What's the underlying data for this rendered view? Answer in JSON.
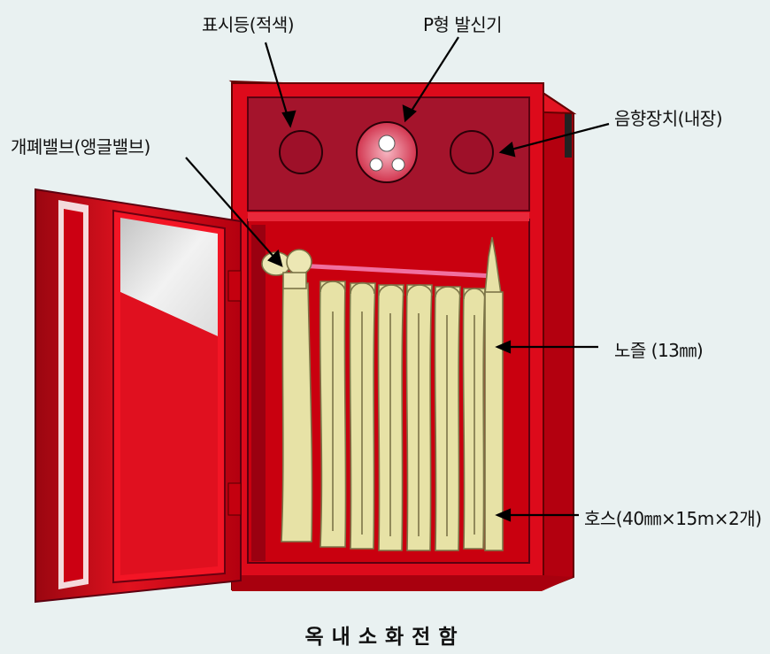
{
  "labels": {
    "indicator_lamp": "표시등(적색)",
    "p_transmitter": "P형 발신기",
    "sounder": "음향장치(내장)",
    "angle_valve": "개폐밸브(앵글밸브)",
    "nozzle": "노즐 (13㎜)",
    "hose": "호스(40㎜×15m×2개)"
  },
  "caption": "옥내소화전함",
  "colors": {
    "cabinet_red": "#d9001b",
    "dark_red": "#8e0a14",
    "hose_cream": "#e7e2a6",
    "background": "#e9f1f1"
  }
}
